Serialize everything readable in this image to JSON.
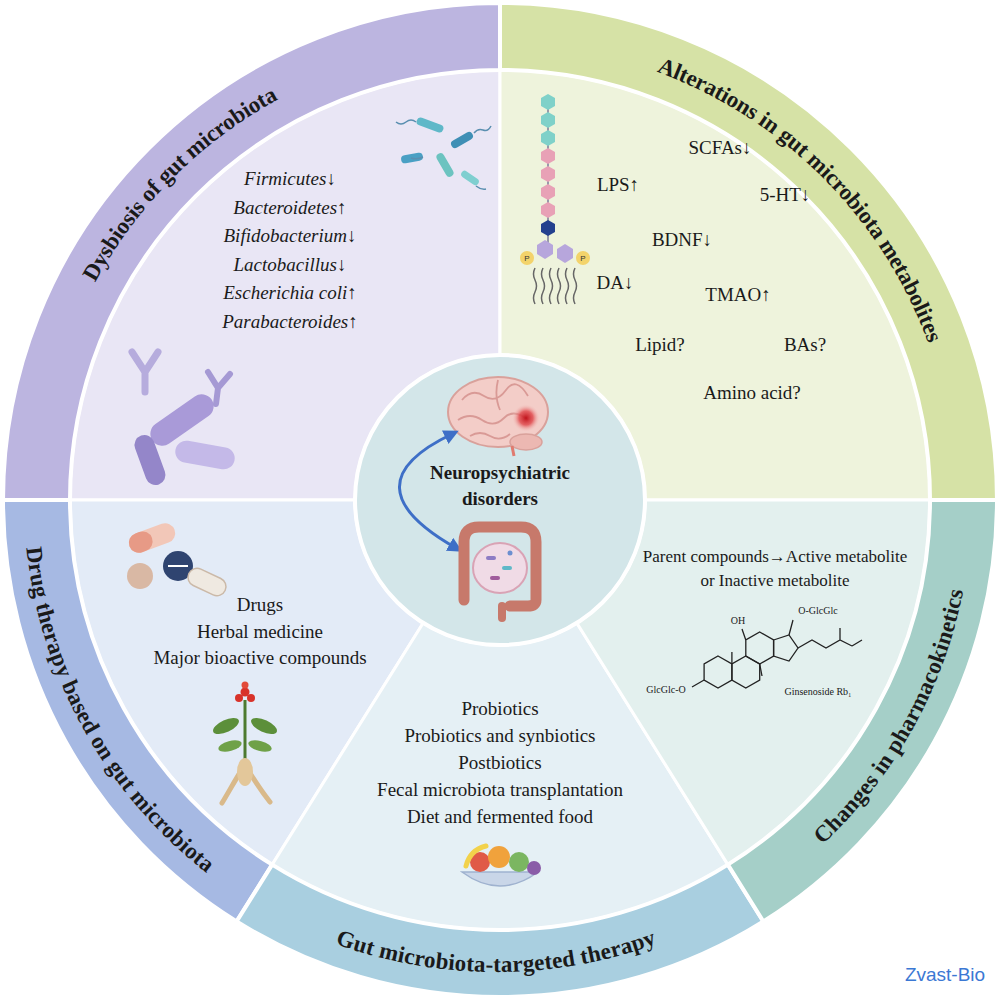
{
  "diagram": {
    "nodes": [
      {
        "text": [
          "Dysbiosis of gut microbiota",
          "Firmicutes↓",
          "Bacteroidetes↑",
          "Bifidobacterium↓",
          "Lactobacillus↓",
          "Escherichia coli↑",
          "Parabacteroides↑"
        ]
      },
      {
        "text": [
          "Alterations in gut microbiota metabolites",
          "SCFAs↓",
          "LPS↑",
          "5-HT↓",
          "BDNF↓",
          "DA↓",
          "TMAO↑",
          "Lipid?",
          "BAs?",
          "Amino acid?"
        ]
      },
      {
        "text": [
          "Neuropsychiatric disorders"
        ]
      },
      {
        "text": [
          "Drug therapy based on gut microbiota",
          "Drugs",
          "Herbal medicine",
          "Major bioactive compounds"
        ]
      },
      {
        "text": [
          "Gut microbiota-targeted therapy",
          "Probiotics",
          "Probiotics and synbiotics",
          "Postbiotics",
          "Fecal microbiota transplantation",
          "Diet and fermented food"
        ]
      },
      {
        "text": [
          "Changes in pharmacokinetics",
          "Parent compounds→Active metabolite or Inactive metabolite",
          "OH",
          "O-GlcGlc",
          "GlcGlc-O",
          "Ginsenoside Rb₁"
        ]
      }
    ],
    "labels": [
      "P",
      "P",
      "Zvast-Bio"
    ]
  }
}
